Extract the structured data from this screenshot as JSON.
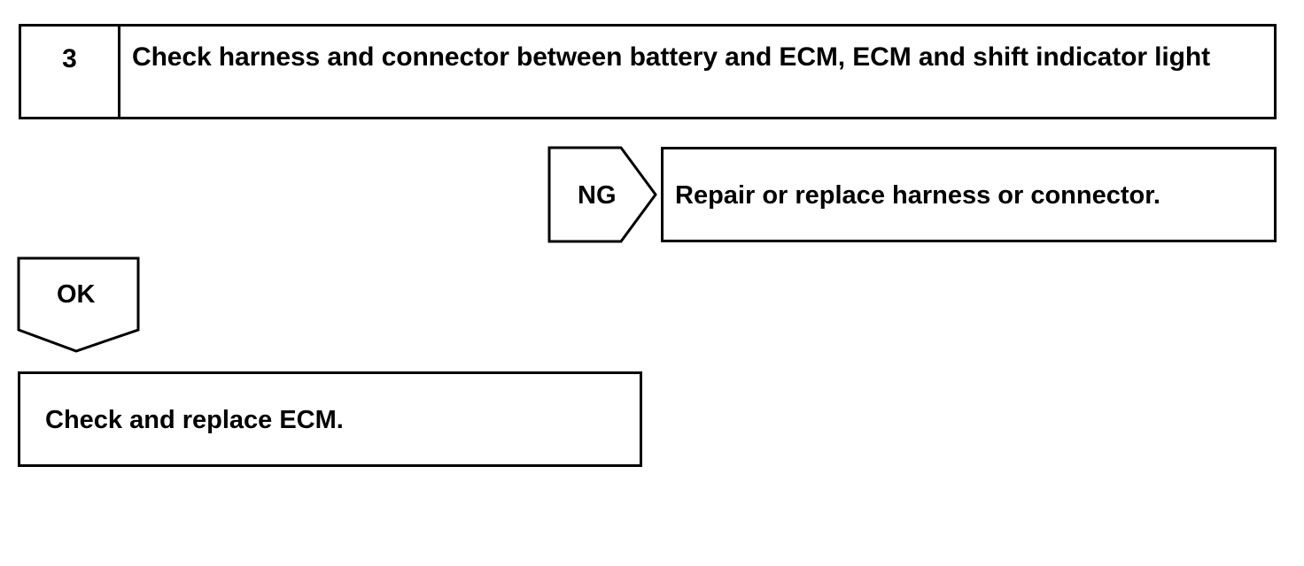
{
  "step": {
    "number": "3",
    "title": "Check harness and connector between battery and ECM, ECM and shift indicator light"
  },
  "ng_branch": {
    "label": "NG",
    "action": "Repair or replace harness or connector."
  },
  "ok_branch": {
    "label": "OK",
    "action": "Check and replace ECM."
  }
}
